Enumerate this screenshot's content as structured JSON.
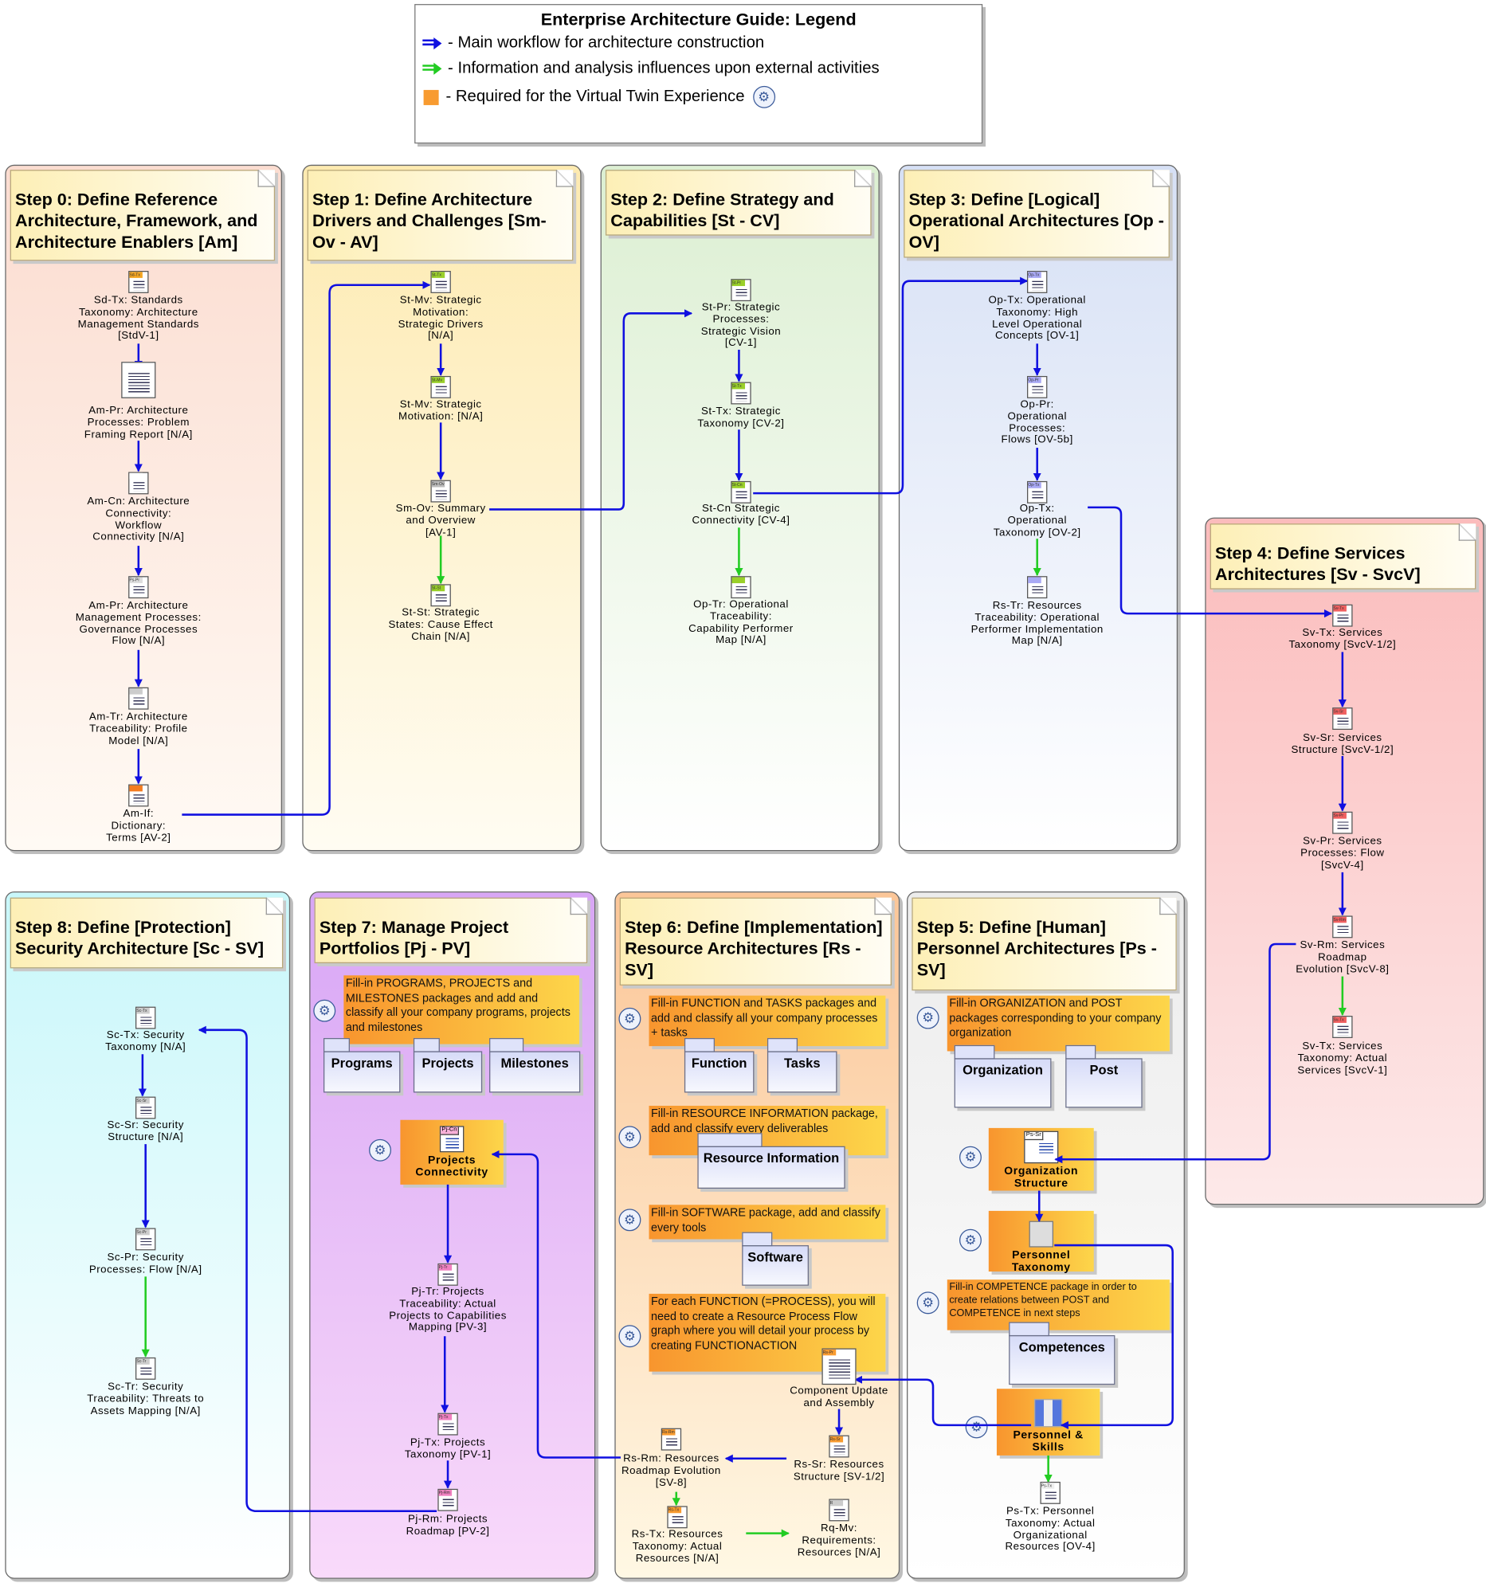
{
  "legend": {
    "title": "Enterprise Architecture Guide: Legend",
    "items": [
      {
        "icon": "blue-arrow-icon",
        "color": "#1010e0",
        "text": "- Main workflow for architecture construction"
      },
      {
        "icon": "green-arrow-icon",
        "color": "#22cc22",
        "text": "- Information and analysis influences upon external activities"
      },
      {
        "icon": "orange-square-icon",
        "color": "#f89b30",
        "text": "- Required for the Virtual Twin Experience"
      }
    ]
  },
  "colors": {
    "main_flow": "#1010e0",
    "influence": "#22cc22",
    "required": "#f89b30"
  },
  "steps": [
    {
      "title": "Step 0: Define Reference Architecture, Framework, and Architecture Enablers [Am]",
      "bg": [
        "#fbdcd0",
        "#fffaf4"
      ],
      "nodes": [
        {
          "tag": "Sd-Tx",
          "tag_color": "#f5a623",
          "label": "Sd-Tx: Standards\nTaxonomy: Architecture\nManagement Standards\n[StdV-1]"
        },
        {
          "tag": "",
          "tag_color": "#ffffff",
          "label": "Am-Pr: Architecture\nProcesses: Problem\nFraming Report [N/A]"
        },
        {
          "tag": "",
          "tag_color": "#ffffff",
          "label": "Am-Cn: Architecture\nConnectivity:\nWorkflow\nConnectivity [N/A]"
        },
        {
          "tag": "Ps-Pr",
          "tag_color": "#dddddd",
          "label": "Am-Pr: Architecture\nManagement Processes:\nGovernance Processes\nFlow [N/A]"
        },
        {
          "tag": "",
          "tag_color": "#cccccc",
          "label": "Am-Tr: Architecture\nTraceability: Profile\nModel [N/A]"
        },
        {
          "tag": "",
          "tag_color": "#f57c20",
          "label": "Am-If:\nDictionary:\nTerms [AV-2]"
        }
      ]
    },
    {
      "title": "Step 1: Define Architecture Drivers and Challenges [Sm-Ov - AV]",
      "bg": [
        "#fdeab0",
        "#fffcf2"
      ],
      "nodes": [
        {
          "tag": "St-Tx",
          "tag_color": "#9ad02a",
          "label": "St-Mv: Strategic\nMotivation:\nStrategic Drivers\n[N/A]"
        },
        {
          "tag": "St-Mv",
          "tag_color": "#9ad02a",
          "label": "St-Mv: Strategic\nMotivation: [N/A]"
        },
        {
          "tag": "Sm-Ov",
          "tag_color": "#bbbbbb",
          "label": "Sm-Ov: Summary\nand Overview\n[AV-1]"
        },
        {
          "tag": "St-St",
          "tag_color": "#9ad02a",
          "label": "St-St: Strategic\nStates: Cause Effect\nChain [N/A]"
        }
      ]
    },
    {
      "title": "Step 2: Define Strategy and Capabilities [St - CV]",
      "bg": [
        "#dcefd2",
        "#ffffff"
      ],
      "nodes": [
        {
          "tag": "St-Pr",
          "tag_color": "#9ad02a",
          "label": "St-Pr: Strategic\nProcesses:\nStrategic Vision\n[CV-1]"
        },
        {
          "tag": "St-Tx",
          "tag_color": "#9ad02a",
          "label": "St-Tx: Strategic\nTaxonomy [CV-2]"
        },
        {
          "tag": "St-Cn",
          "tag_color": "#9ad02a",
          "label": "St-Cn Strategic\nConnectivity [CV-4]"
        },
        {
          "tag": "",
          "tag_color": "#9ad02a",
          "label": "Op-Tr: Operational\nTraceability:\nCapability Performer\nMap [N/A]"
        }
      ]
    },
    {
      "title": "Step 3: Define [Logical] Operational Architectures [Op - OV]",
      "bg": [
        "#d6e0f5",
        "#ffffff"
      ],
      "nodes": [
        {
          "tag": "Op-Tx",
          "tag_color": "#a9a9f5",
          "label": "Op-Tx: Operational\nTaxonomy: High\nLevel Operational\nConcepts [OV-1]"
        },
        {
          "tag": "Op-Pr",
          "tag_color": "#a9a9f5",
          "label": "Op-Pr:\nOperational\nProcesses:\nFlows [OV-5b]"
        },
        {
          "tag": "Op-Tx",
          "tag_color": "#a9a9f5",
          "label": "Op-Tx:\nOperational\nTaxonomy [OV-2]"
        },
        {
          "tag": "",
          "tag_color": "#a9a9f5",
          "label": "Rs-Tr: Resources\nTraceability: Operational\nPerformer Implementation\nMap [N/A]"
        }
      ]
    },
    {
      "title": "Step 4: Define Services Architectures [Sv - SvcV]",
      "bg": [
        "#fbbcbc",
        "#fde9e9"
      ],
      "nodes": [
        {
          "tag": "Sv-Tx",
          "tag_color": "#f06060",
          "label": "Sv-Tx: Services\nTaxonomy [SvcV-1/2]"
        },
        {
          "tag": "Sv-Sr",
          "tag_color": "#f06060",
          "label": "Sv-Sr: Services\nStructure [SvcV-1/2]"
        },
        {
          "tag": "Sv-Pr",
          "tag_color": "#f06060",
          "label": "Sv-Pr: Services\nProcesses: Flow\n[SvcV-4]"
        },
        {
          "tag": "Sv-Rm",
          "tag_color": "#f06060",
          "label": "Sv-Rm: Services\nRoadmap\nEvolution [SvcV-8]"
        },
        {
          "tag": "Sv-Tx",
          "tag_color": "#f06060",
          "label": "Sv-Tx: Services\nTaxonomy: Actual\nServices [SvcV-1]"
        }
      ]
    },
    {
      "title": "Step 5: Define [Human] Personnel Architectures [Ps - SV]",
      "bg": [
        "#ececec",
        "#ffffff"
      ],
      "notes": [
        "Fill-in ORGANIZATION and POST packages corresponding to your company organization",
        "Fill-in COMPETENCE package in order to create relations between POST and COMPETENCE in next steps"
      ],
      "packages": [
        "Organization",
        "Post",
        "Competences"
      ],
      "highlight_nodes": [
        {
          "tag": "Ps-Sr",
          "label": "Organization\nStructure"
        },
        {
          "tag": "",
          "label": "Personnel\nTaxonomy"
        },
        {
          "tag": "",
          "label": "Personnel &\nSkills"
        }
      ],
      "nodes": [
        {
          "tag": "Ps-Tx",
          "tag_color": "#eeeeee",
          "label": "Ps-Tx: Personnel\nTaxonomy: Actual\nOrganizational\nResources [OV-4]"
        }
      ]
    },
    {
      "title": "Step 6: Define [Implementation] Resource Architectures [Rs - SV]",
      "bg": [
        "#fbc698",
        "#fff8e4"
      ],
      "notes": [
        "Fill-in FUNCTION and TASKS packages and add and classify all your company processes + tasks",
        "Fill-in RESOURCE INFORMATION package, add and classify every deliverables",
        "Fill-in SOFTWARE package, add and classify every tools",
        "For each FUNCTION (=PROCESS), you will need to create a Resource Process Flow graph where you will detail your process by creating FUNCTIONACTION"
      ],
      "packages": [
        "Function",
        "Tasks",
        "Resource Information",
        "Software"
      ],
      "nodes": [
        {
          "tag": "Rs-Pr",
          "tag_color": "#f89b30",
          "label": "Component Update\nand Assembly"
        },
        {
          "tag": "Rs-Sr",
          "tag_color": "#f89b30",
          "label": "Rs-Sr: Resources\nStructure [SV-1/2]"
        },
        {
          "tag": "Rs-Rm",
          "tag_color": "#f89b30",
          "label": "Rs-Rm: Resources\nRoadmap Evolution\n[SV-8]"
        },
        {
          "tag": "Rs-Tx",
          "tag_color": "#f89b30",
          "label": "Rs-Tx: Resources\nTaxonomy: Actual\nResources [N/A]"
        },
        {
          "tag": "R",
          "tag_color": "#cccccc",
          "label": "Rq-Mv:\nRequirements:\nResources [N/A]"
        }
      ]
    },
    {
      "title": "Step 7: Manage Project Portfolios [Pj - PV]",
      "bg": [
        "#d8a6f5",
        "#f9dafa"
      ],
      "notes": [
        "Fill-in PROGRAMS, PROJECTS and MILESTONES packages and add and classify all your company programs, projects and milestones"
      ],
      "packages": [
        "Programs",
        "Projects",
        "Milestones"
      ],
      "highlight_nodes": [
        {
          "tag": "Pj-Cn",
          "label": "Projects\nConnectivity"
        }
      ],
      "nodes": [
        {
          "tag": "Pj-Tr",
          "tag_color": "#f080c0",
          "label": "Pj-Tr: Projects\nTraceability: Actual\nProjects to Capabilities\nMapping [PV-3]"
        },
        {
          "tag": "Pj-Tx",
          "tag_color": "#f080c0",
          "label": "Pj-Tx: Projects\nTaxonomy [PV-1]"
        },
        {
          "tag": "Pj-Rm",
          "tag_color": "#f080c0",
          "label": "Pj-Rm: Projects\nRoadmap [PV-2]"
        }
      ]
    },
    {
      "title": "Step 8: Define [Protection] Security Architecture [Sc - SV]",
      "bg": [
        "#c8f7fa",
        "#ffffff"
      ],
      "nodes": [
        {
          "tag": "Sc-Tx",
          "tag_color": "#cccccc",
          "label": "Sc-Tx: Security\nTaxonomy [N/A]"
        },
        {
          "tag": "Sc-Sr",
          "tag_color": "#cccccc",
          "label": "Sc-Sr: Security\nStructure [N/A]"
        },
        {
          "tag": "Sc-Pr",
          "tag_color": "#cccccc",
          "label": "Sc-Pr: Security\nProcesses: Flow [N/A]"
        },
        {
          "tag": "Sc-Tr",
          "tag_color": "#cccccc",
          "label": "Sc-Tr: Security\nTraceability: Threats to\nAssets Mapping [N/A]"
        }
      ]
    }
  ]
}
